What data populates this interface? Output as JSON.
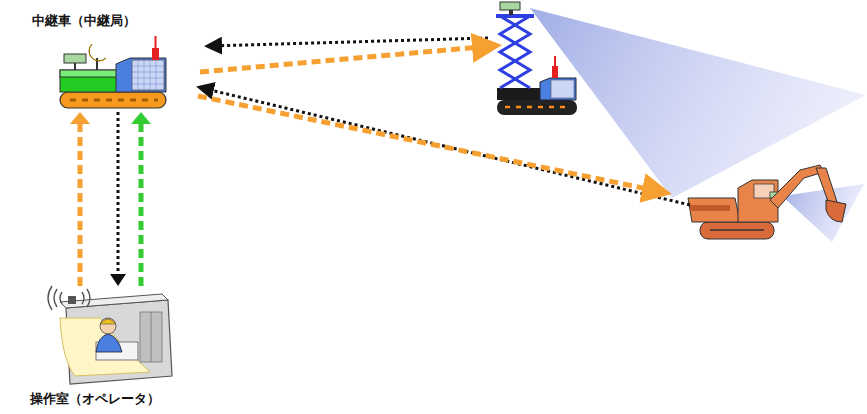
{
  "diagram": {
    "nodes": [
      {
        "text": [
          "中継車（中継局）"
        ]
      },
      {
        "text": [
          "操作室（オペレータ）"
        ]
      }
    ],
    "edges": [
      {
        "from": 1,
        "to": 0,
        "arrow": "to"
      },
      {
        "from": 0,
        "to": 1,
        "arrow": "to"
      },
      {
        "from": 1,
        "to": 0,
        "arrow": "to"
      }
    ]
  }
}
